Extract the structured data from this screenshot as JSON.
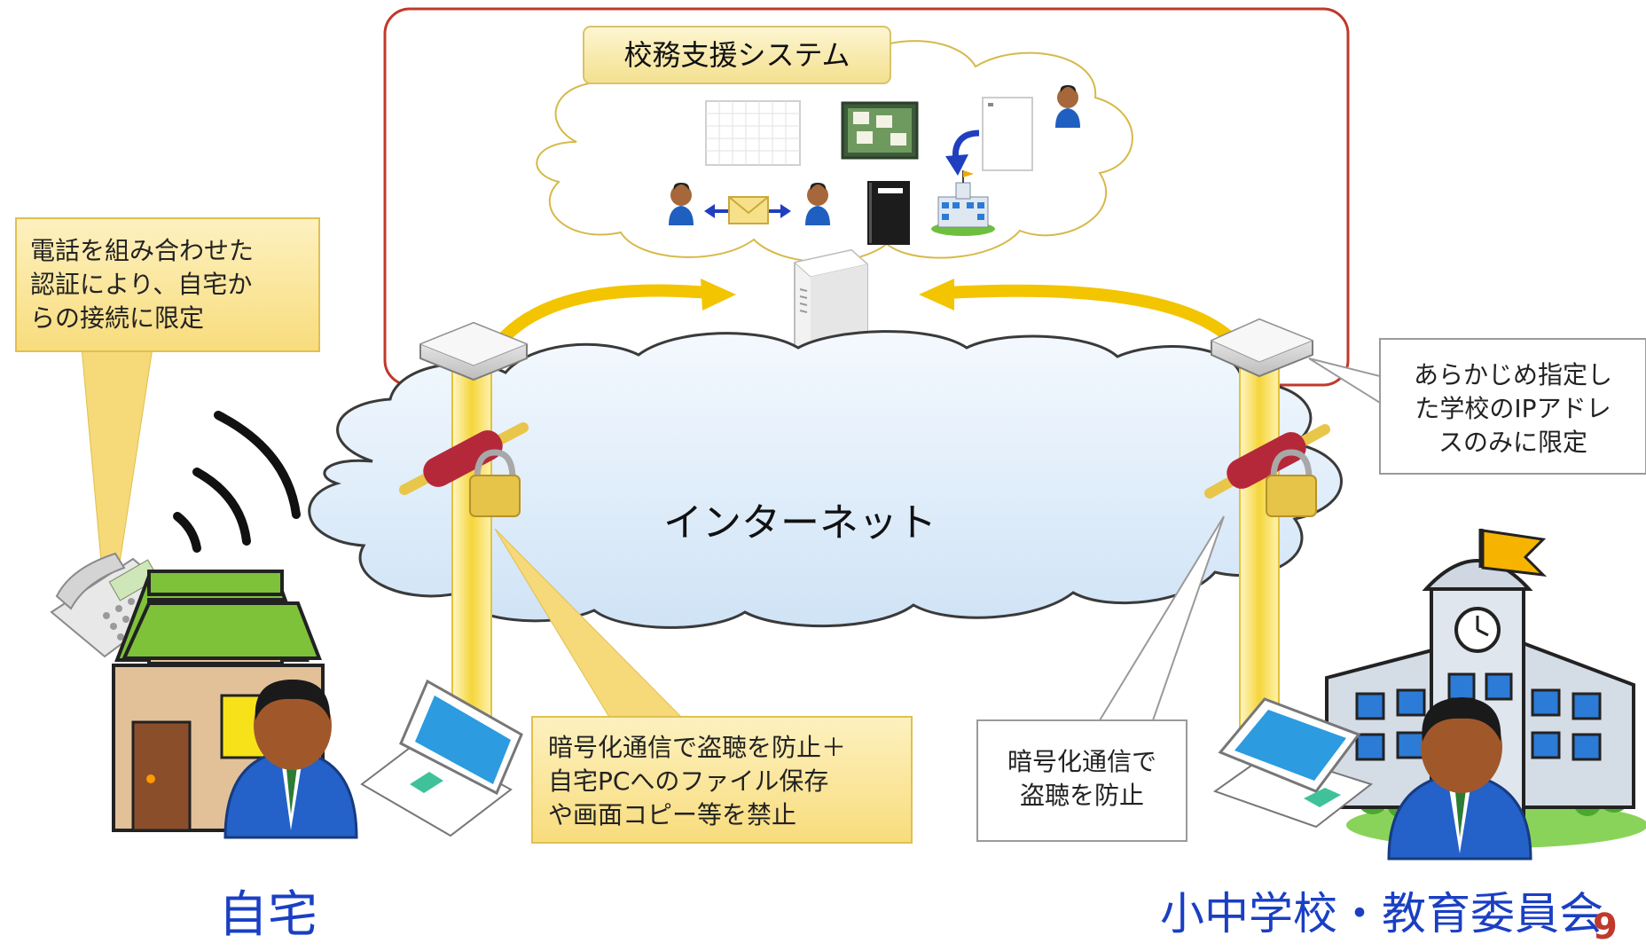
{
  "system": {
    "title": "校務支援システム"
  },
  "internet": {
    "label": "インターネット"
  },
  "callouts": {
    "home_auth": {
      "lines": [
        "電話を組み合わせた",
        "認証により、自宅か",
        "らの接続に限定"
      ]
    },
    "school_ip": {
      "lines": [
        "あらかじめ指定し",
        "た学校のIPアドレ",
        "スのみに限定"
      ]
    },
    "home_encrypt": {
      "lines": [
        "暗号化通信で盗聴を防止＋",
        "自宅PCへのファイル保存",
        "や画面コピー等を禁止"
      ]
    },
    "school_encrypt": {
      "lines": [
        "暗号化通信で",
        "盗聴を防止"
      ]
    }
  },
  "captions": {
    "home": "自宅",
    "school": "小中学校・教育委員会"
  },
  "page_number": "9",
  "colors": {
    "system_border": "#c0392b",
    "callout_yellow": "#fbe79a",
    "pipe_yellow": "#f3d23c",
    "arrow_gold": "#f0b400",
    "cloud_blue": "#e3f0fb",
    "caption_blue": "#1a3fc4"
  },
  "icons": [
    "phone-icon",
    "house-icon",
    "person-icon",
    "laptop-icon",
    "router-icon",
    "lock-icon",
    "server-icon",
    "calendar-icon",
    "bulletin-board-icon",
    "document-icon",
    "mail-icon",
    "book-icon",
    "school-icon"
  ]
}
